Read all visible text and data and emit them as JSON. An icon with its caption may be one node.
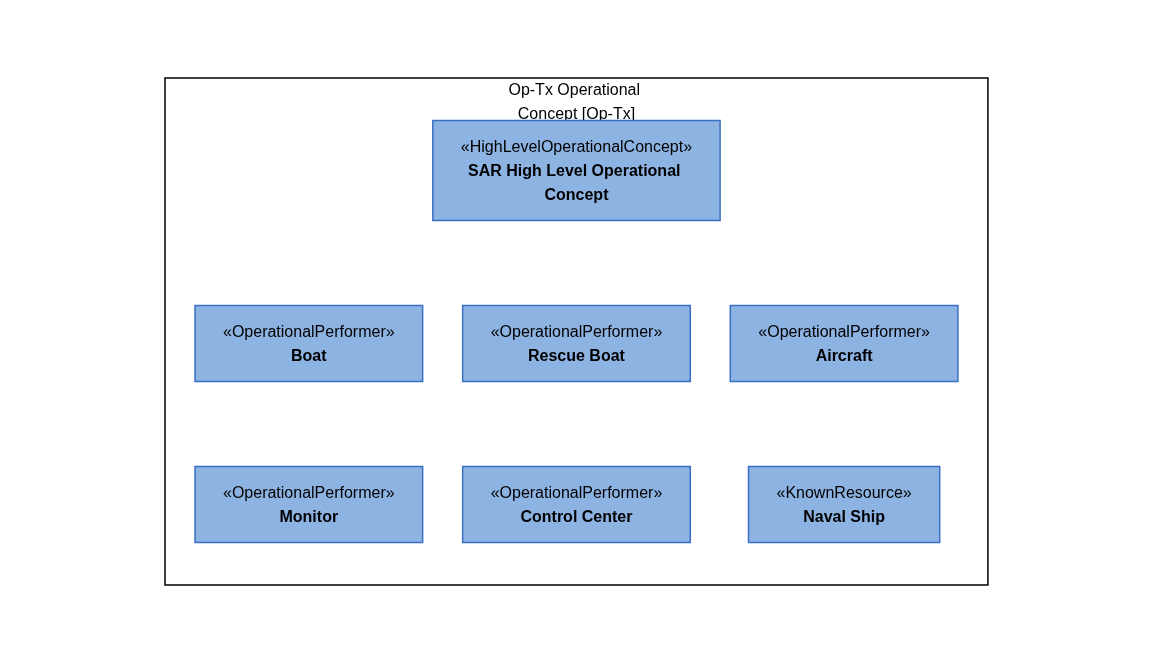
{
  "diagram": {
    "nodes": [
      {
        "text": [
          "Op-Tx Operational Concept [Op-Tx]"
        ]
      },
      {
        "text": [
          "«HighLevelOperationalConcept»",
          "SAR High Level Operational Concept"
        ],
        "in": 0
      },
      {
        "text": [
          "«OperationalPerformer»",
          "Boat"
        ],
        "in": 0
      },
      {
        "text": [
          "«OperationalPerformer»",
          "Rescue Boat"
        ],
        "in": 0
      },
      {
        "text": [
          "«OperationalPerformer»",
          "Aircraft"
        ],
        "in": 0
      },
      {
        "text": [
          "«OperationalPerformer»",
          "Monitor"
        ],
        "in": 0
      },
      {
        "text": [
          "«OperationalPerformer»",
          "Control Center"
        ],
        "in": 0
      },
      {
        "text": [
          "«KnownResource»",
          "Naval Ship"
        ],
        "in": 0
      }
    ]
  }
}
